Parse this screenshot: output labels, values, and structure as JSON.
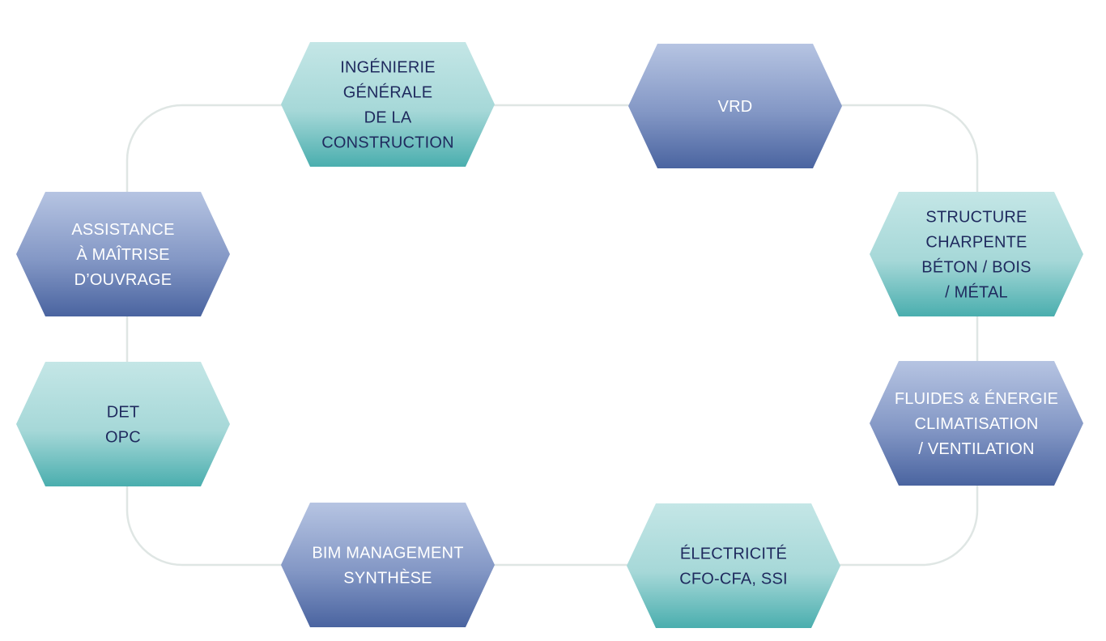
{
  "colors": {
    "connector": "#dfe6e4",
    "teal_top": "#c4e6e6",
    "teal_bottom": "#4aaeae",
    "blue_top": "#b6c4e2",
    "blue_bottom": "#4a64a0",
    "text_dark": "#1f2a5e",
    "text_light": "#ffffff"
  },
  "nodes": [
    {
      "id": "ingenierie",
      "style": "teal",
      "lines": [
        "INGÉNIERIE",
        "GÉNÉRALE",
        "DE LA",
        "CONSTRUCTION"
      ]
    },
    {
      "id": "vrd",
      "style": "blue",
      "lines": [
        "VRD"
      ]
    },
    {
      "id": "structure",
      "style": "teal",
      "lines": [
        "STRUCTURE",
        "CHARPENTE",
        "BÉTON / BOIS",
        "/ MÉTAL"
      ]
    },
    {
      "id": "fluides",
      "style": "blue",
      "lines": [
        "FLUIDES & ÉNERGIE",
        "CLIMATISATION",
        "/ VENTILATION"
      ]
    },
    {
      "id": "electricite",
      "style": "teal",
      "lines": [
        "ÉLECTRICITÉ",
        "CFO-CFA, SSI"
      ]
    },
    {
      "id": "bim",
      "style": "blue",
      "lines": [
        "BIM MANAGEMENT",
        "SYNTHÈSE"
      ]
    },
    {
      "id": "det-opc",
      "style": "teal",
      "lines": [
        "DET",
        "OPC"
      ]
    },
    {
      "id": "assistance",
      "style": "blue",
      "lines": [
        "ASSISTANCE",
        "À MAÎTRISE",
        "D’OUVRAGE"
      ]
    }
  ]
}
